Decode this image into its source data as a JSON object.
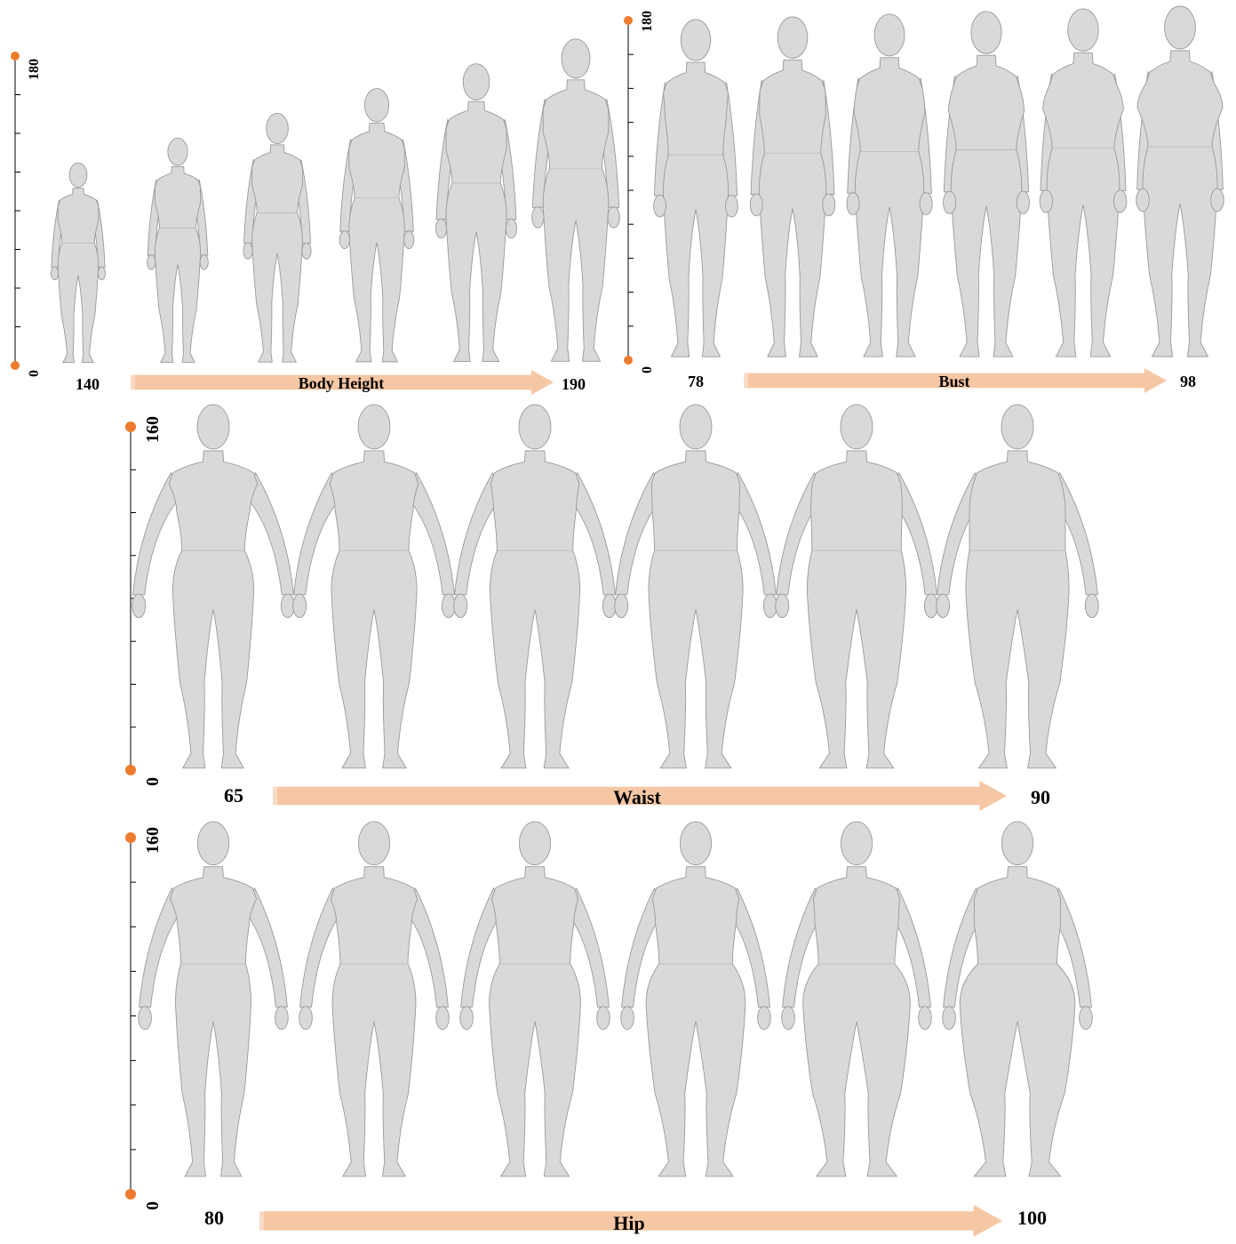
{
  "colors": {
    "accent": "#EE7B2E",
    "arrow": "#F6C7A4",
    "body_fill": "#D9D9D9",
    "body_stroke": "#9A9A9A",
    "axis": "#000000"
  },
  "panels": {
    "height": {
      "scale_min": "0",
      "scale_max": "180",
      "from": "140",
      "to": "190",
      "label": "Body Height",
      "figure_count": 6,
      "view": "three-quarter"
    },
    "bust": {
      "scale_min": "0",
      "scale_max": "180",
      "from": "78",
      "to": "98",
      "label": "Bust",
      "figure_count": 6,
      "view": "three-quarter"
    },
    "waist": {
      "scale_min": "0",
      "scale_max": "160",
      "from": "65",
      "to": "90",
      "label": "Waist",
      "figure_count": 6,
      "view": "front"
    },
    "hip": {
      "scale_min": "0",
      "scale_max": "160",
      "from": "80",
      "to": "100",
      "label": "Hip",
      "figure_count": 6,
      "view": "back"
    }
  }
}
